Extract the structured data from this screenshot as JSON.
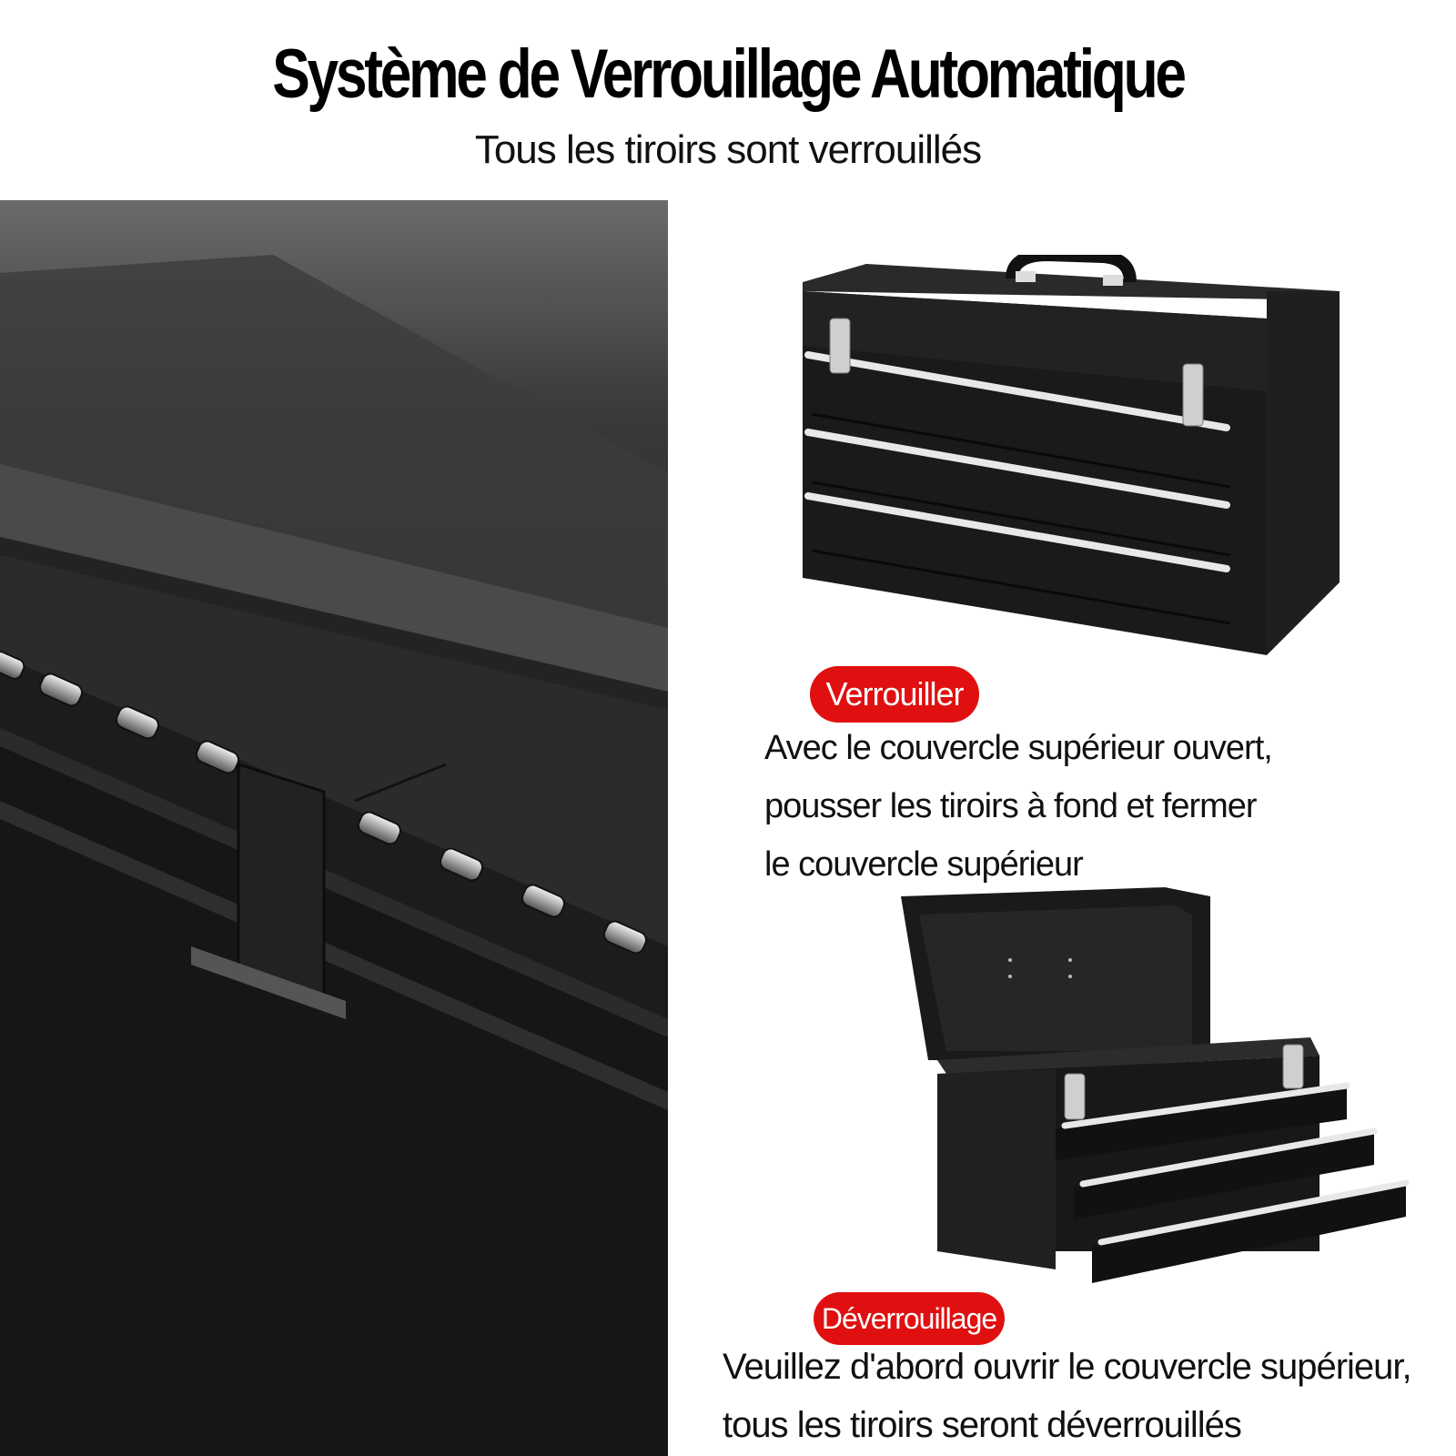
{
  "heading": {
    "title": "Système de Verrouillage Automatique",
    "subtitle": "Tous les tiroirs sont verrouillés"
  },
  "lock": {
    "badge": "Verrouiller",
    "lines": [
      "Avec le couvercle supérieur ouvert,",
      "pousser les tiroirs à fond et fermer",
      "le couvercle supérieur"
    ]
  },
  "unlock": {
    "badge": "Déverrouillage",
    "lines": [
      "Veuillez d'abord ouvrir le couvercle supérieur,",
      "tous les tiroirs seront déverrouillés"
    ]
  },
  "colors": {
    "badge_red": "#e01010",
    "box_black": "#1a1a1a"
  }
}
